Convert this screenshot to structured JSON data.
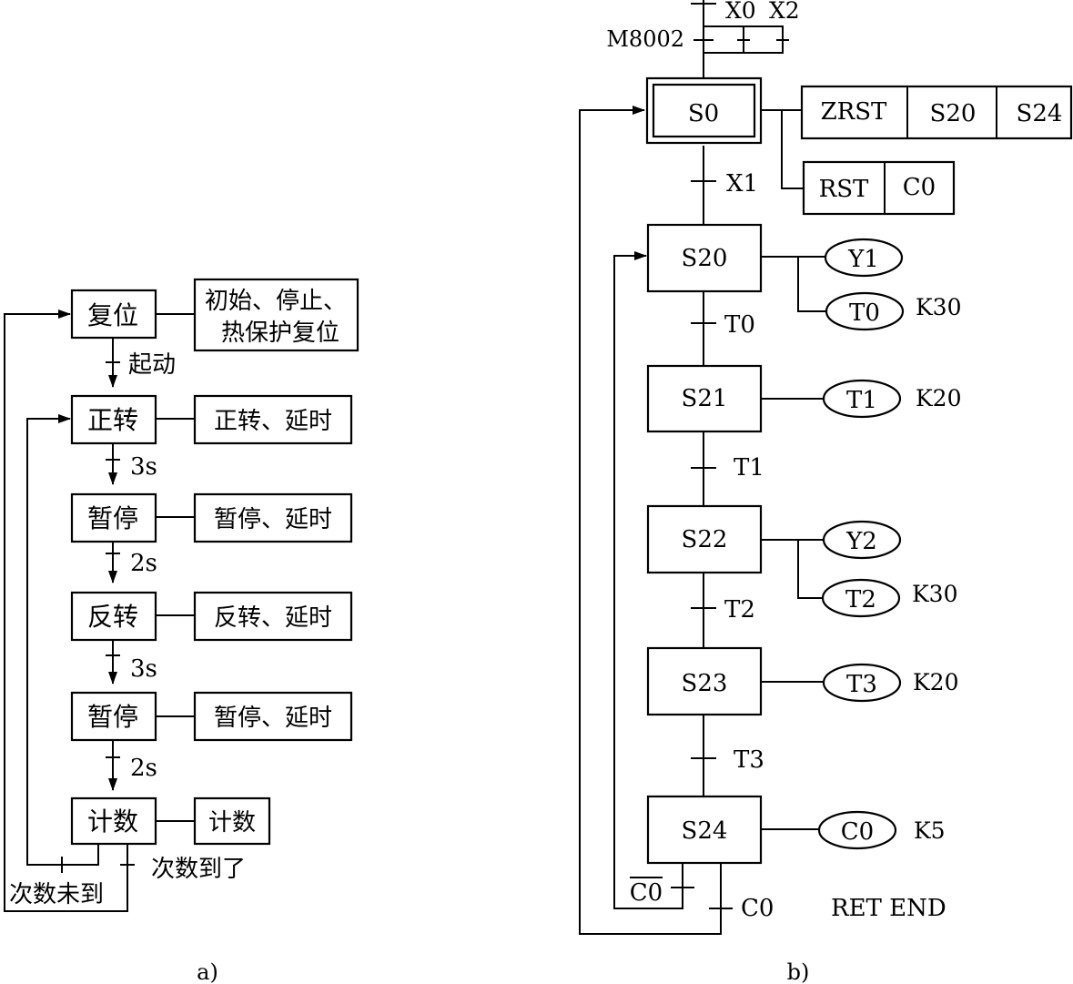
{
  "figure_a": {
    "caption": "a)",
    "steps": [
      {
        "label": "复位",
        "action_lines": [
          "初始、停止、",
          "热保护复位"
        ]
      },
      {
        "label": "正转",
        "action_lines": [
          "正转、延时"
        ]
      },
      {
        "label": "暂停",
        "action_lines": [
          "暂停、延时"
        ]
      },
      {
        "label": "反转",
        "action_lines": [
          "反转、延时"
        ]
      },
      {
        "label": "暂停",
        "action_lines": [
          "暂停、延时"
        ]
      },
      {
        "label": "计数",
        "action_lines": [
          "计数"
        ]
      }
    ],
    "transitions": [
      "起动",
      "3s",
      "2s",
      "3s",
      "2s"
    ],
    "loop_not_reached": "次数未到",
    "loop_reached": "次数到了"
  },
  "figure_b": {
    "caption": "b)",
    "top_contacts": {
      "left": "X0",
      "right": "X2",
      "parallel": "M8002"
    },
    "initial_step": "S0",
    "initial_actions_row1": [
      "ZRST",
      "S20",
      "S24"
    ],
    "initial_actions_row2": [
      "RST",
      "C0"
    ],
    "steps": [
      {
        "label": "S20",
        "coils": [
          {
            "name": "Y1",
            "k": ""
          },
          {
            "name": "T0",
            "k": "K30"
          }
        ]
      },
      {
        "label": "S21",
        "coils": [
          {
            "name": "T1",
            "k": "K20"
          }
        ]
      },
      {
        "label": "S22",
        "coils": [
          {
            "name": "Y2",
            "k": ""
          },
          {
            "name": "T2",
            "k": "K30"
          }
        ]
      },
      {
        "label": "S23",
        "coils": [
          {
            "name": "T3",
            "k": "K20"
          }
        ]
      },
      {
        "label": "S24",
        "coils": [
          {
            "name": "C0",
            "k": "K5"
          }
        ]
      }
    ],
    "transitions": [
      "X1",
      "T0",
      "T1",
      "T2",
      "T3"
    ],
    "branch_not_done": "C0",
    "branch_done": "C0",
    "end_text": "RET END"
  }
}
